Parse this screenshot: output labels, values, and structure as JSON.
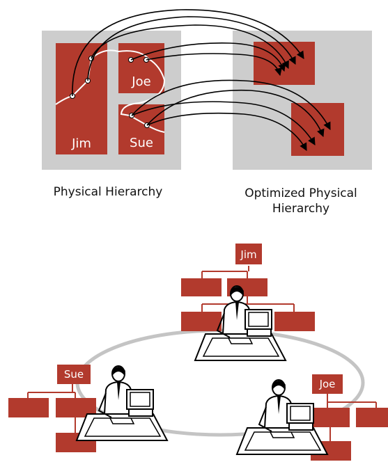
{
  "colors": {
    "panel_gray": "#cdcdcd",
    "box_red": "#b23a2d",
    "path_white": "#ffffff",
    "arrow_black": "#000000",
    "ring_gray": "#c4c4c4"
  },
  "top": {
    "boxes": {
      "jim": "Jim",
      "joe": "Joe",
      "sue": "Sue"
    },
    "left_caption": "Physical Hierarchy",
    "right_caption_line1": "Optimized Physical",
    "right_caption_line2": "Hierarchy"
  },
  "bottom": {
    "org_labels": {
      "jim": "Jim",
      "sue": "Sue",
      "joe": "Joe"
    },
    "icons": [
      "worker-at-desk-icon",
      "worker-at-desk-icon",
      "worker-at-desk-icon"
    ]
  }
}
